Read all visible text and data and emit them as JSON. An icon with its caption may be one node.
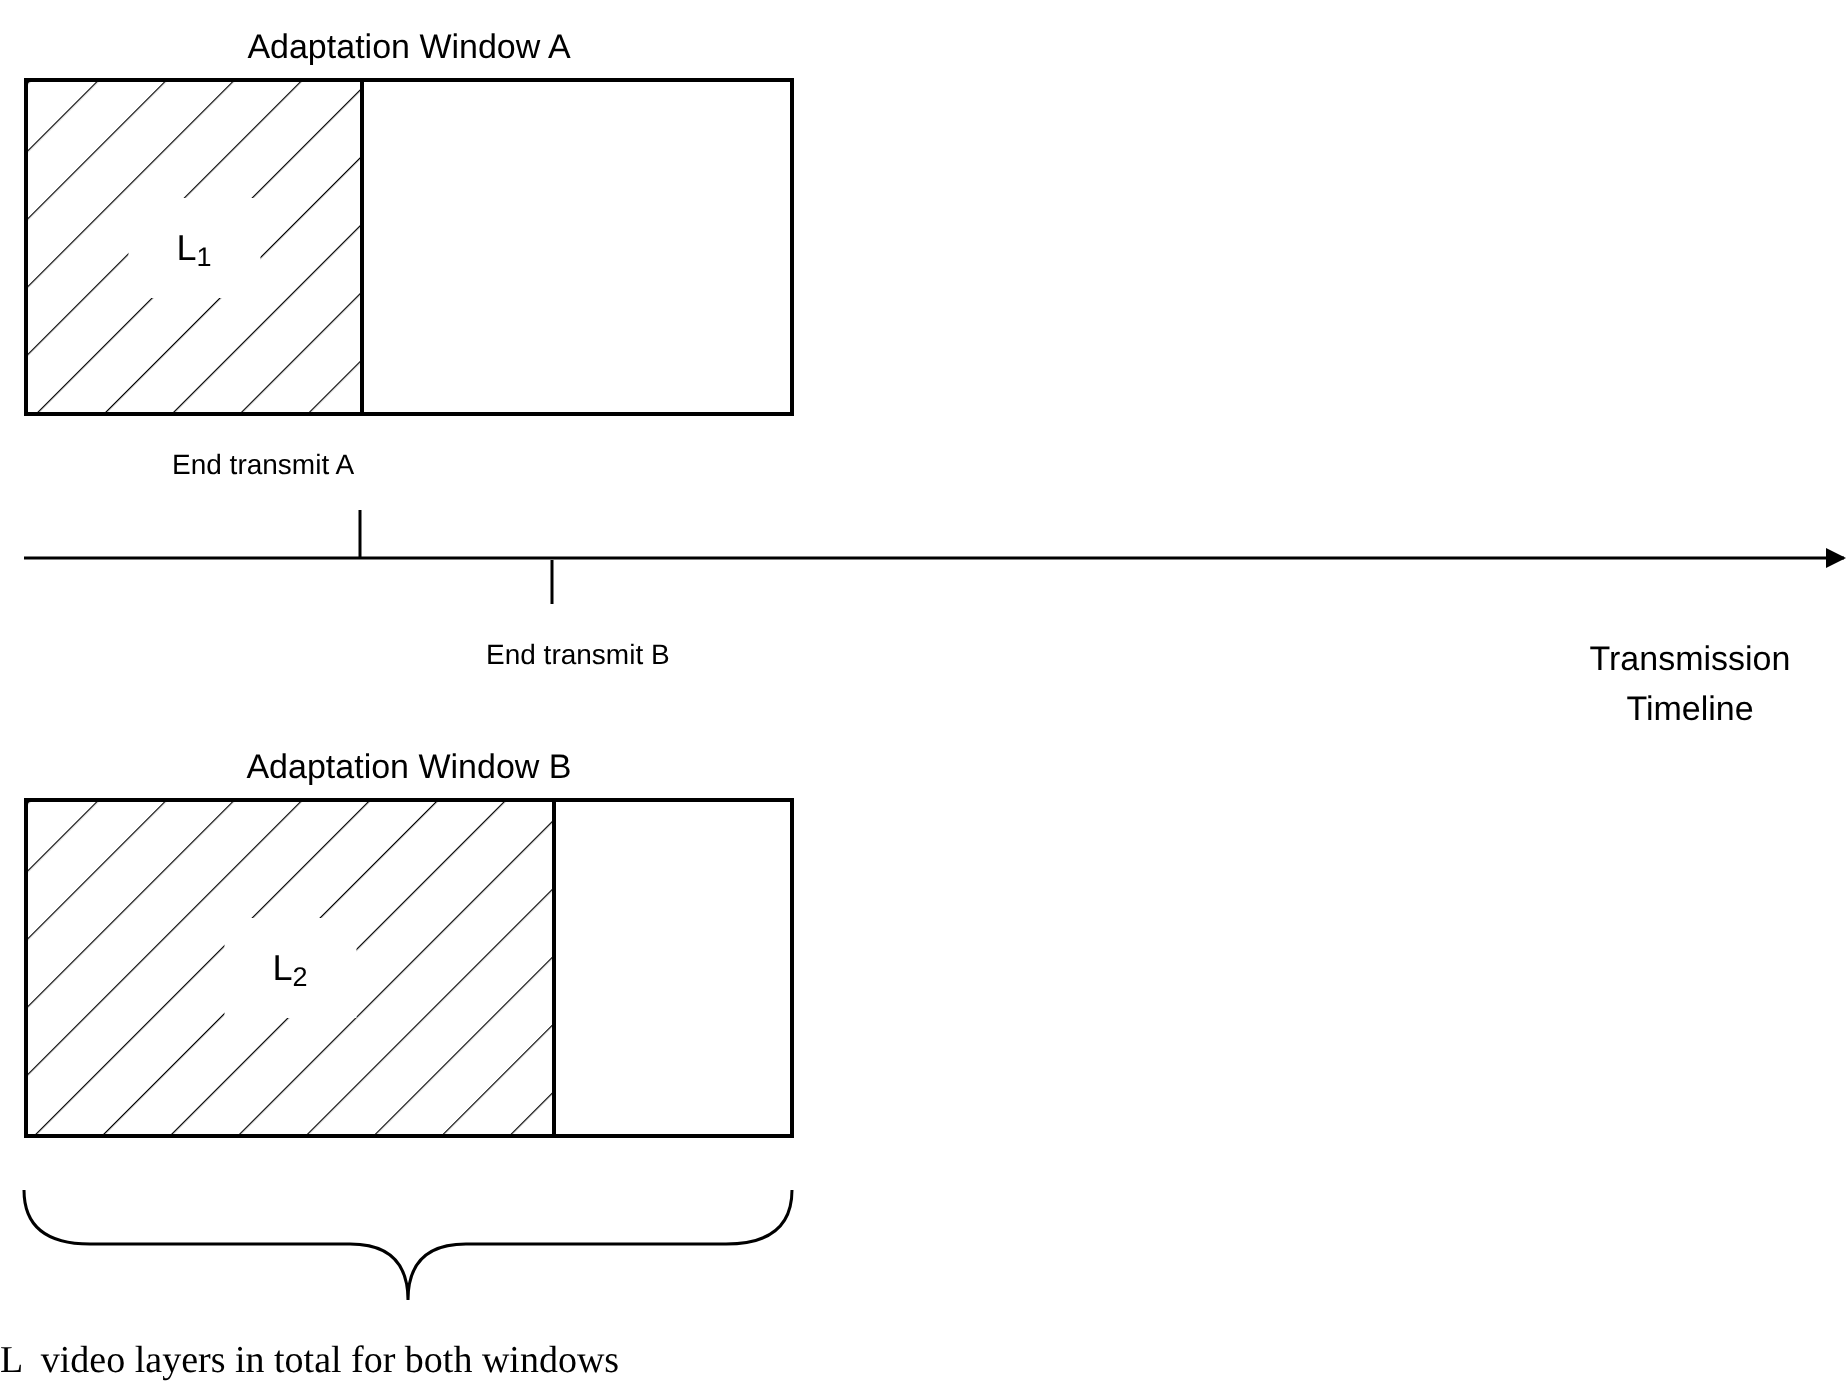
{
  "diagram": {
    "nodes": [
      {
        "text": [
          "Adaptation Window A"
        ]
      },
      {
        "text": [
          "L$_{1}$"
        ],
        "in": 0
      },
      {
        "text": [
          "Adaptation Window B"
        ]
      },
      {
        "text": [
          "L$_{2}$"
        ],
        "in": 2
      }
    ],
    "labels": [
      "End transmit A",
      "End transmit B",
      "Transmission Timeline",
      "L  video layers in total for both windows"
    ]
  }
}
